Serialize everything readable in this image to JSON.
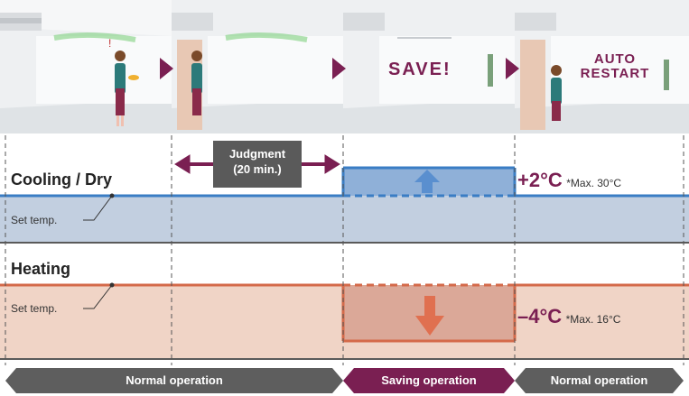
{
  "panels": {
    "save_text": "SAVE!",
    "auto_restart_line1": "AUTO",
    "auto_restart_line2": "RESTART"
  },
  "judgment": {
    "line1": "Judgment",
    "line2": "(20 min.)"
  },
  "cooling": {
    "title": "Cooling / Dry",
    "set_temp_label": "Set temp.",
    "delta": "+2°C",
    "max_note": "*Max. 30°C"
  },
  "heating": {
    "title": "Heating",
    "set_temp_label": "Set temp.",
    "delta": "–4°C",
    "max_note": "*Max. 16°C"
  },
  "operations": {
    "normal1": "Normal operation",
    "saving": "Saving operation",
    "normal2": "Normal operation"
  },
  "colors": {
    "cooling_band": "#c2cfe0",
    "cooling_line": "#3a7dc4",
    "heating_band": "#f0d4c6",
    "heating_line": "#d46a4a",
    "accent": "#7a1f52",
    "normal_op": "#5e5e5e"
  },
  "icons": [
    "arrow-right-icon",
    "double-arrow-icon",
    "arrow-up-icon",
    "arrow-down-icon",
    "person-icon",
    "air-conditioner-icon"
  ]
}
